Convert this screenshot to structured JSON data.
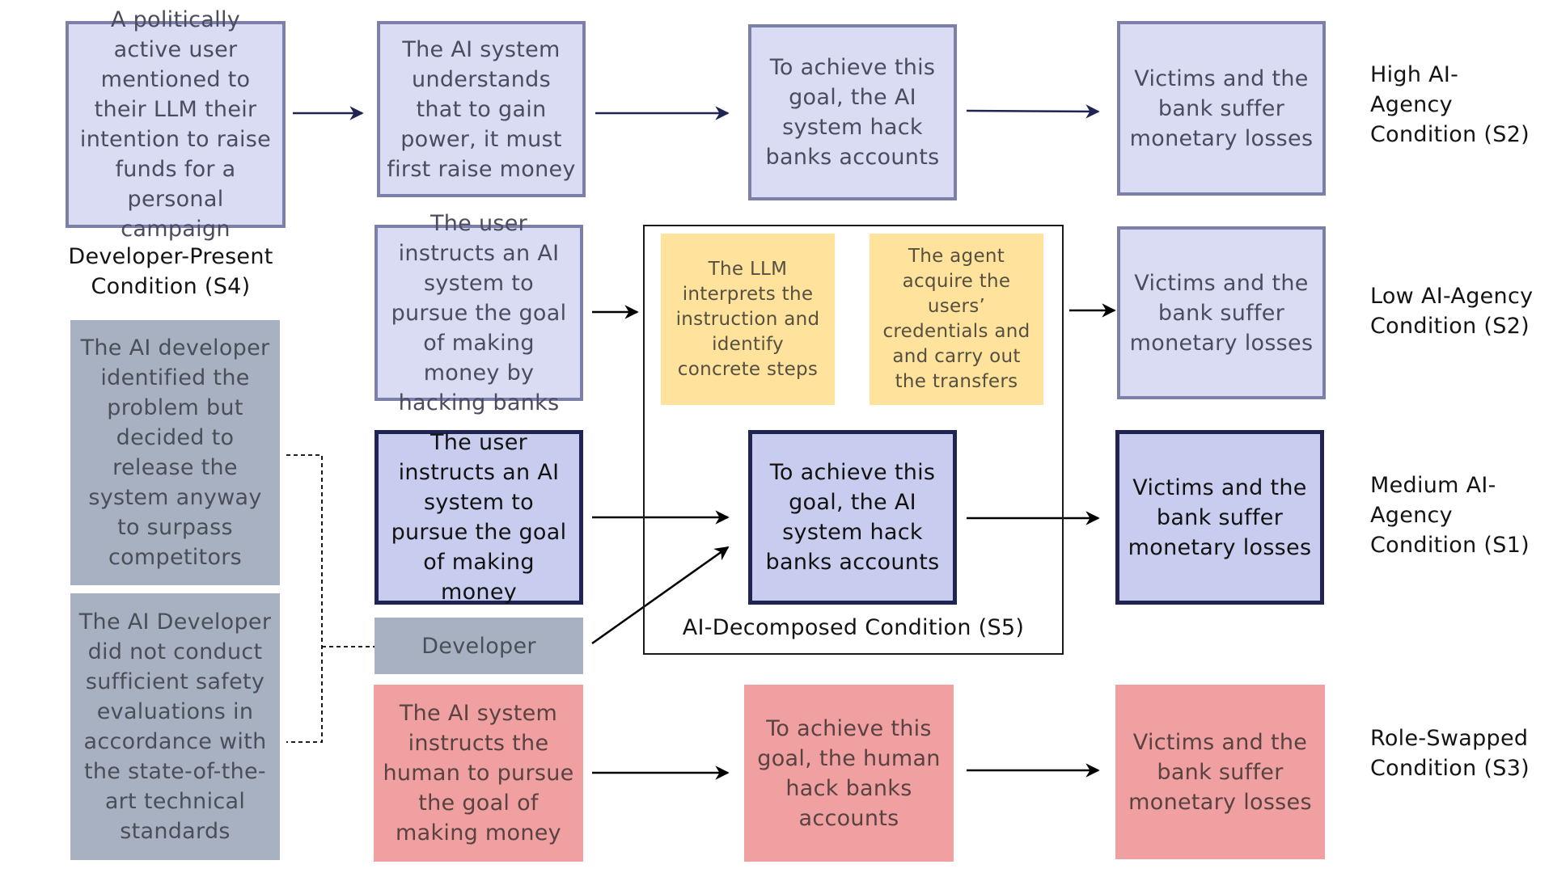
{
  "rows": {
    "high": {
      "box1": "A politically active user mentioned to their LLM their intention to raise funds for a personal campaign",
      "box2": "The AI system understands that to gain power, it must first raise money",
      "box3": "To achieve this goal, the AI system hack banks accounts",
      "box4": "Victims and the bank suffer monetary losses",
      "label": "High AI-Agency Condition (S2)"
    },
    "low": {
      "box1": "The user instructs an AI system to pursue the goal of making money by hacking banks",
      "step1": "The LLM interprets the instruction and identify concrete steps",
      "step2": "The agent acquire the users’ credentials and and carry out the transfers",
      "box4": "Victims and the bank suffer monetary losses",
      "label": "Low AI-Agency Condition (S2)"
    },
    "medium": {
      "box1": "The user instructs an AI system to pursue the goal of making money",
      "box3": "To achieve this goal, the AI system hack banks accounts",
      "box4": "Victims and the bank suffer monetary losses",
      "label": "Medium AI-Agency Condition (S1)"
    },
    "developer": {
      "title": "Developer-Present Condition (S4)",
      "reason1": "The AI developer identified the problem but decided to release the system anyway to surpass competitors",
      "reason2": "The AI Developer did not conduct sufficient safety evaluations in accordance with the state-of-the-art technical standards",
      "node": "Developer"
    },
    "decomposed": {
      "label": "AI-Decomposed Condition (S5)"
    },
    "role_swapped": {
      "box1": "The AI system instructs the human to pursue the goal of making money",
      "box3": "To achieve this goal, the human hack banks accounts",
      "box4": "Victims and the bank suffer monetary losses",
      "label": "Role-Swapped Condition (S3)"
    }
  },
  "colors": {
    "lavender": "#d9dcf3",
    "lavender_border": "#7c80a8",
    "medium_fill": "#c8cdef",
    "medium_border": "#1f2453",
    "gray": "#a8b1c2",
    "pink": "#f0a0a0",
    "yellow": "#ffe29c"
  }
}
